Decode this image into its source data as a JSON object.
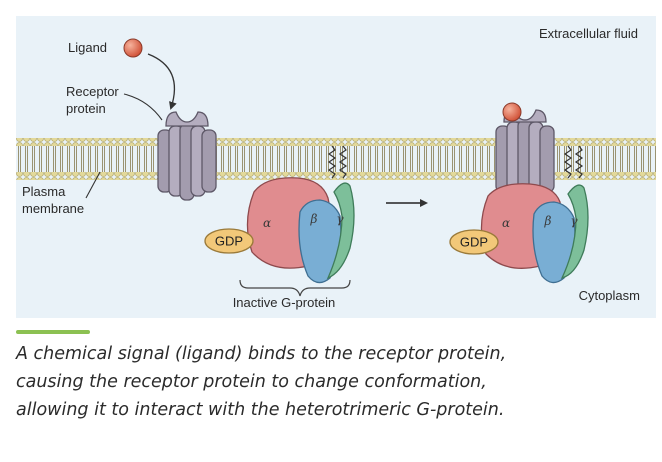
{
  "figure": {
    "labels": {
      "ligand": "Ligand",
      "receptor_line1": "Receptor",
      "receptor_line2": "protein",
      "extracellular": "Extracellular fluid",
      "plasma_line1": "Plasma",
      "plasma_line2": "membrane",
      "inactive_gprotein": "Inactive G-protein",
      "cytoplasm": "Cytoplasm"
    },
    "subunits": {
      "alpha": "α",
      "beta": "β",
      "gamma": "γ"
    },
    "gdp": "GDP",
    "colors": {
      "background": "#e9f2f8",
      "membrane_head": "#e3d99a",
      "membrane_tail": "#9a9372",
      "receptor": "#a39cae",
      "alpha_subunit": "#e08c8f",
      "beta_subunit": "#79aed4",
      "gamma_subunit": "#7dbf9a",
      "gdp_fill": "#f2c879",
      "ligand": "#e0785e"
    }
  },
  "caption": {
    "line1": "A chemical signal (ligand) binds to the receptor protein,",
    "line2": "causing the receptor protein to change conformation,",
    "line3": "allowing it to interact with the heterotrimeric G-protein."
  }
}
